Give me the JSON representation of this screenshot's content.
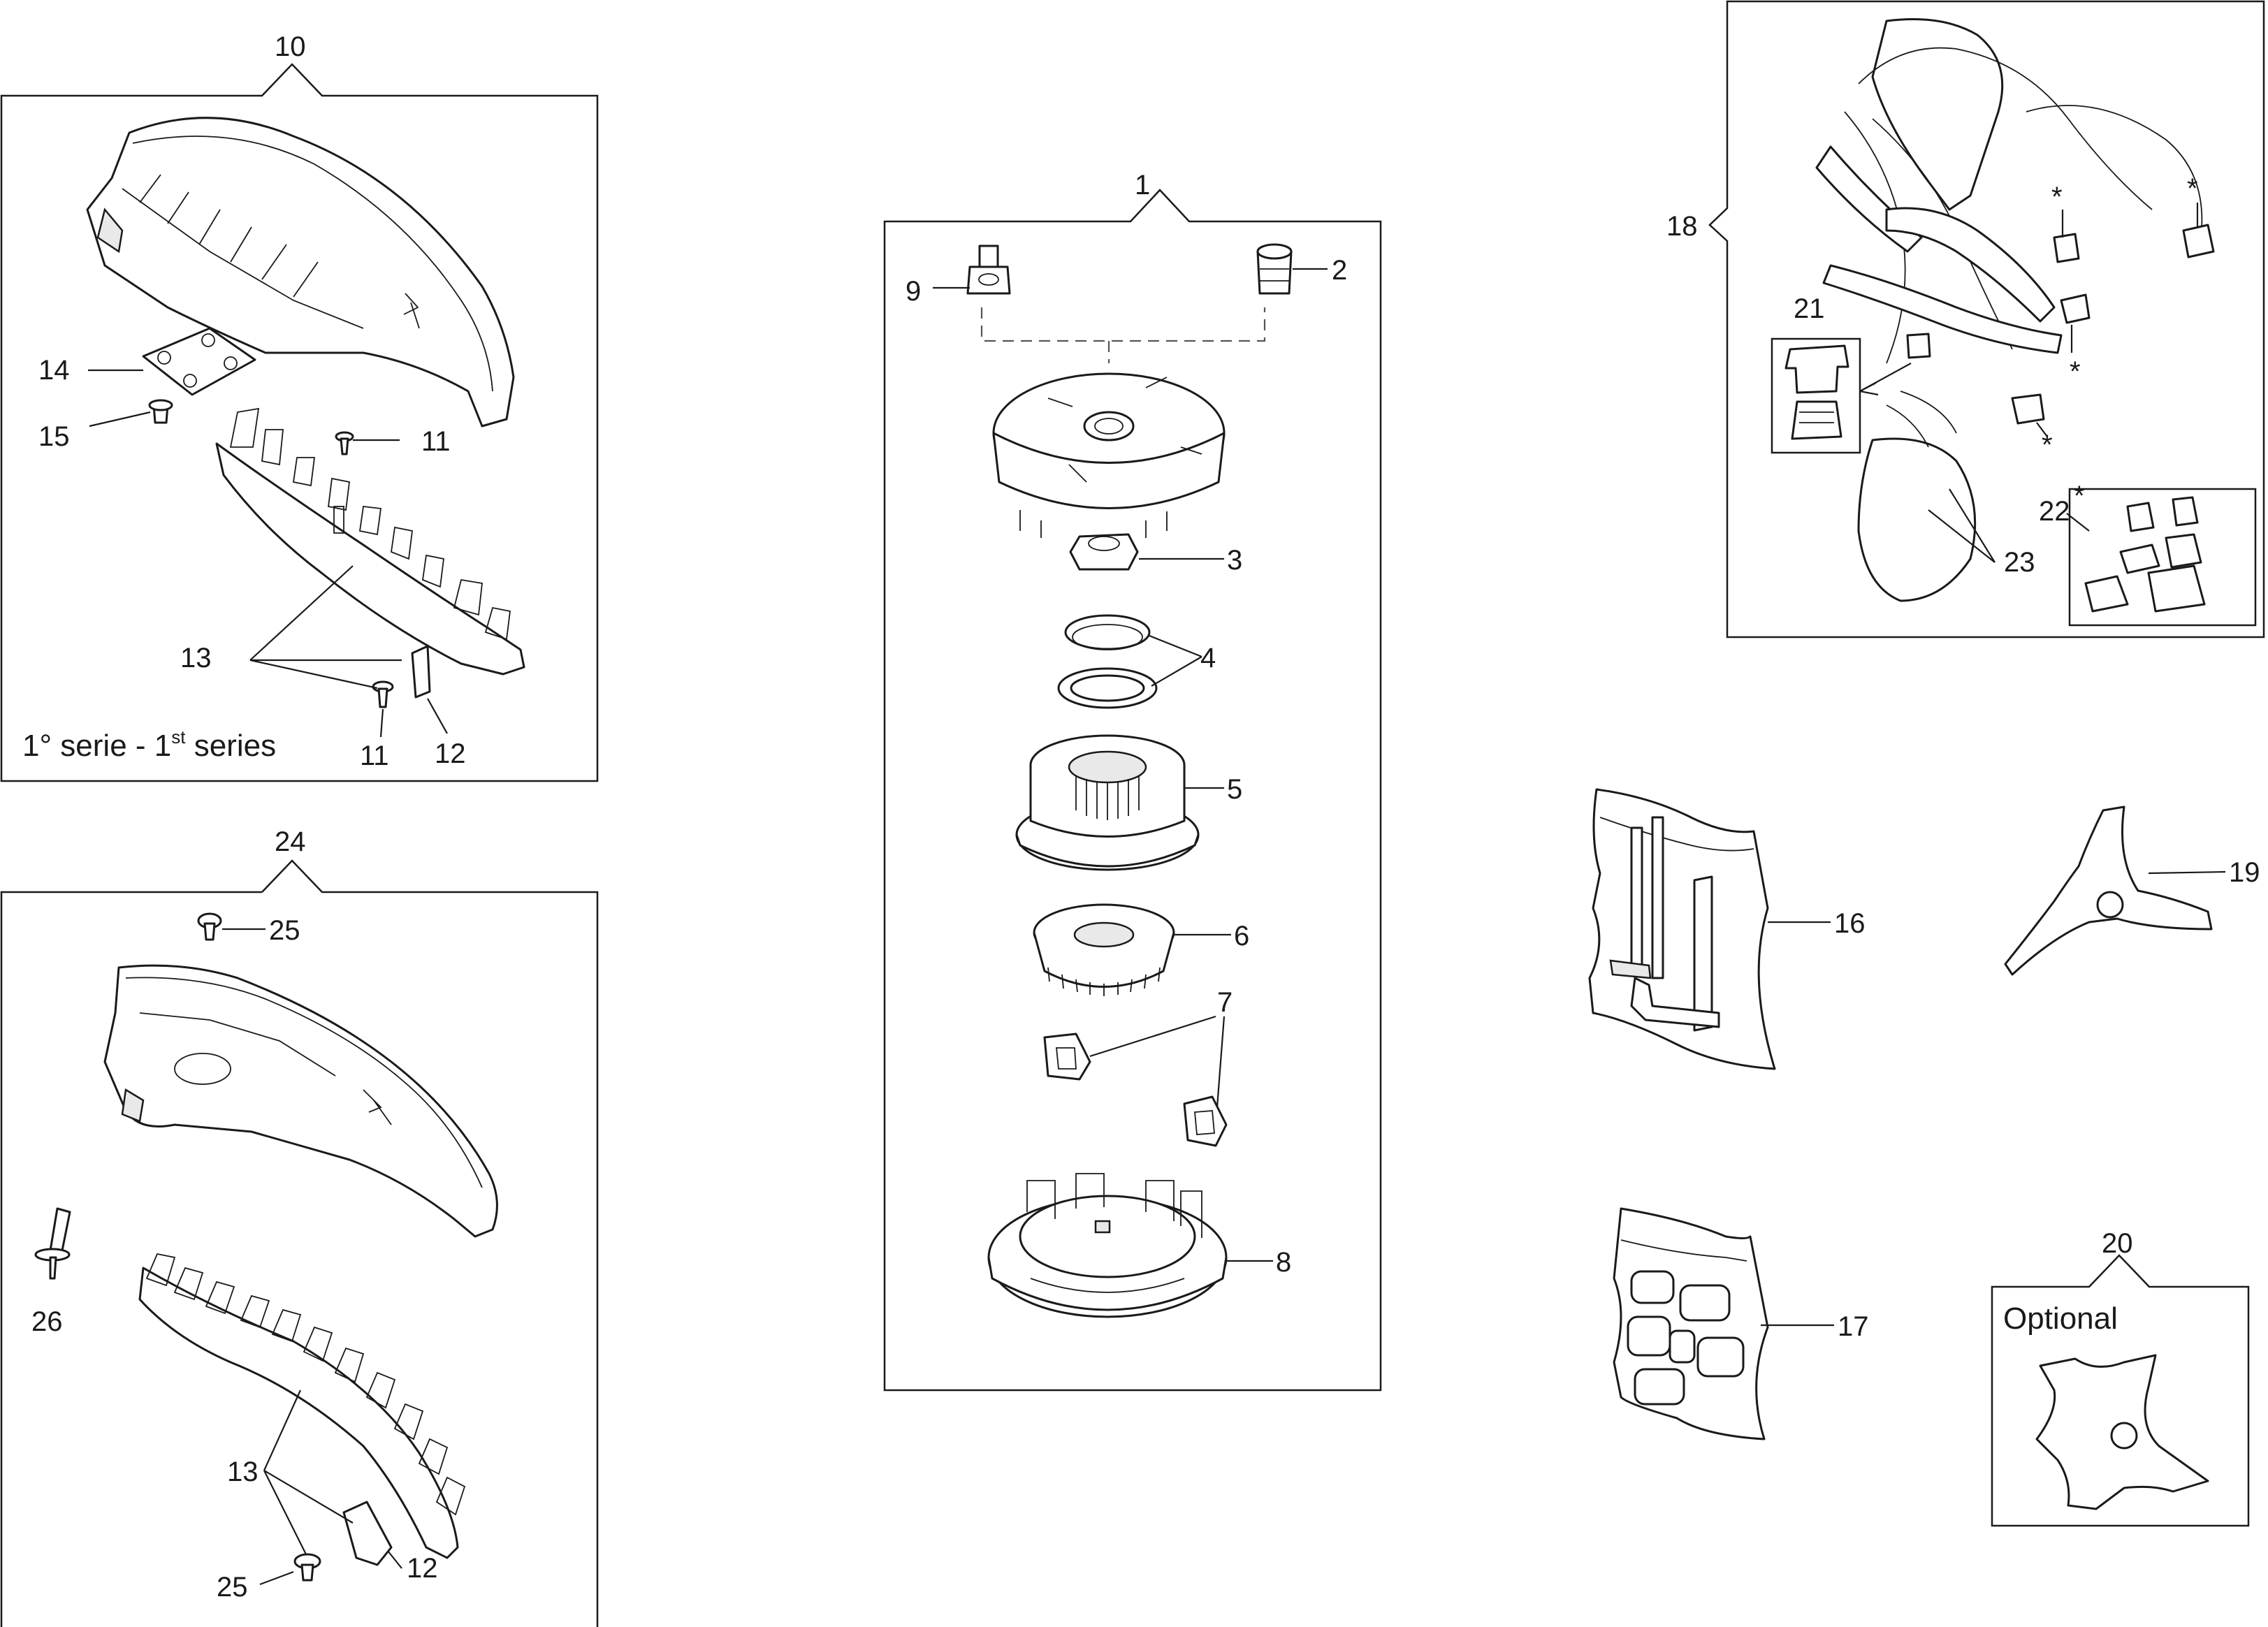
{
  "diagram": {
    "callouts": {
      "c1": "1",
      "c2": "2",
      "c3": "3",
      "c4": "4",
      "c5": "5",
      "c6": "6",
      "c7": "7",
      "c8": "8",
      "c9": "9",
      "c10": "10",
      "c11a": "11",
      "c11b": "11",
      "c12a": "12",
      "c12b": "12",
      "c13a": "13",
      "c13b": "13",
      "c14": "14",
      "c15": "15",
      "c16": "16",
      "c17": "17",
      "c18": "18",
      "c19": "19",
      "c20": "20",
      "c21": "21",
      "c22": "22",
      "c23": "23",
      "c24": "24",
      "c25a": "25",
      "c25b": "25",
      "c26": "26"
    },
    "series_label": {
      "prefix": "1° serie - 1",
      "superscript": "st",
      "suffix": " series"
    },
    "optional_label": "Optional",
    "asterisk": "*"
  }
}
